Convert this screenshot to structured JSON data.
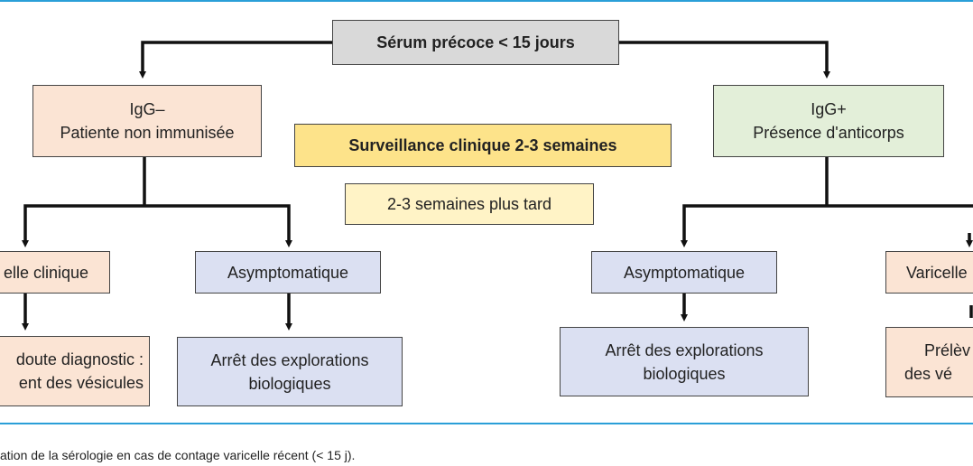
{
  "colors": {
    "rule": "#2a9fd8"
  },
  "nodes": {
    "serum": "Sérum précoce < 15 jours",
    "igg_neg": [
      "IgG–",
      "Patiente non immunisée"
    ],
    "igg_pos": [
      "IgG+",
      "Présence d'anticorps"
    ],
    "surveillance": "Surveillance clinique 2-3 semaines",
    "weeks_later": "2-3 semaines plus tard",
    "left_varicelle": "elle clinique",
    "left_asympto": "Asymptomatique",
    "right_asympto": "Asymptomatique",
    "right_varicelle": "Varicelle",
    "left_doute": [
      "doute diagnostic :",
      "ent des vésicules"
    ],
    "left_arret": [
      "Arrêt des explorations",
      "biologiques"
    ],
    "right_arret": [
      "Arrêt des explorations",
      "biologiques"
    ],
    "right_prelev": [
      "Prélèv",
      "des vé"
    ]
  },
  "caption": "ation de la sérologie en cas de contage varicelle récent (< 15 j)."
}
